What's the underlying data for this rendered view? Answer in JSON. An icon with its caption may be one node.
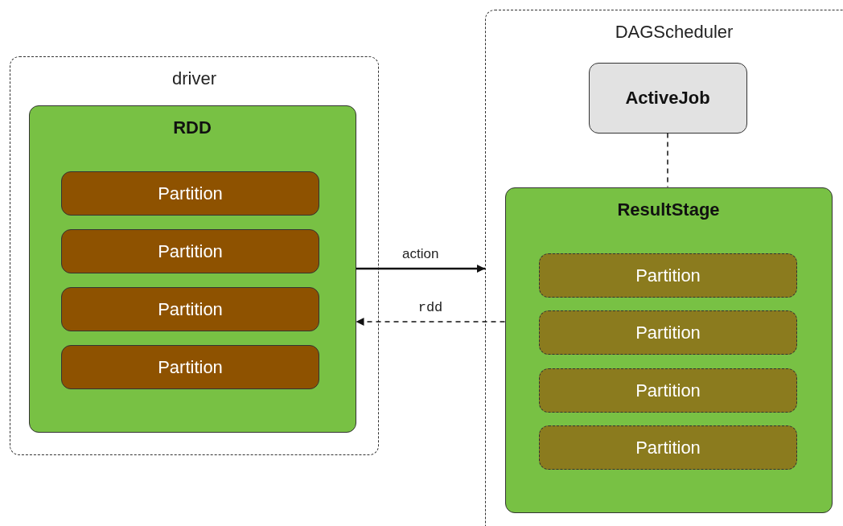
{
  "diagram": {
    "nodes": [
      {
        "text": [
          "driver"
        ]
      },
      {
        "text": [
          "RDD"
        ],
        "in": 0
      },
      {
        "text": [
          "Partition"
        ],
        "in": 1
      },
      {
        "text": [
          "Partition"
        ],
        "in": 1
      },
      {
        "text": [
          "Partition"
        ],
        "in": 1
      },
      {
        "text": [
          "Partition"
        ],
        "in": 1
      },
      {
        "text": [
          "DAGScheduler"
        ]
      },
      {
        "text": [
          "ActiveJob"
        ],
        "in": 6
      },
      {
        "text": [
          "ResultStage"
        ],
        "in": 6
      },
      {
        "text": [
          "Partition"
        ],
        "in": 8
      },
      {
        "text": [
          "Partition"
        ],
        "in": 8
      },
      {
        "text": [
          "Partition"
        ],
        "in": 8
      },
      {
        "text": [
          "Partition"
        ],
        "in": 8
      }
    ],
    "edges": [
      {
        "from": 1,
        "to": 6,
        "label": "action",
        "arrow": "to"
      },
      {
        "from": 8,
        "to": 1,
        "label": "rdd",
        "arrow": "to",
        "style": "dashed"
      },
      {
        "from": 7,
        "to": 8,
        "arrow": "none",
        "style": "dashed"
      }
    ]
  }
}
